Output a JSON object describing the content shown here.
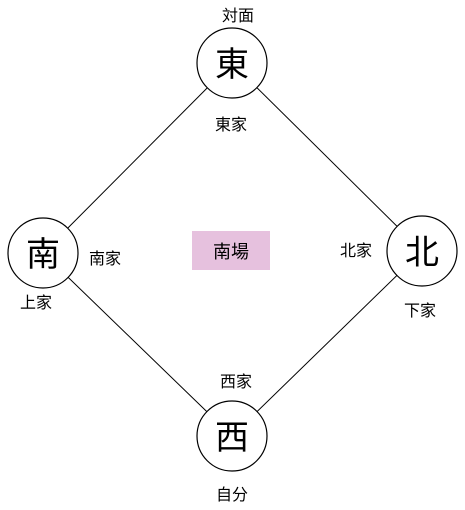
{
  "colors": {
    "line": "#000000",
    "circle_fill": "#ffffff",
    "round_box": "#e6c1de"
  },
  "round": {
    "label": "南場"
  },
  "seats": {
    "top": {
      "wind": "東",
      "seat_label": "東家",
      "relation": "対面"
    },
    "left": {
      "wind": "南",
      "seat_label": "南家",
      "relation": "上家"
    },
    "right": {
      "wind": "北",
      "seat_label": "北家",
      "relation": "下家"
    },
    "bottom": {
      "wind": "西",
      "seat_label": "西家",
      "relation": "自分"
    }
  }
}
